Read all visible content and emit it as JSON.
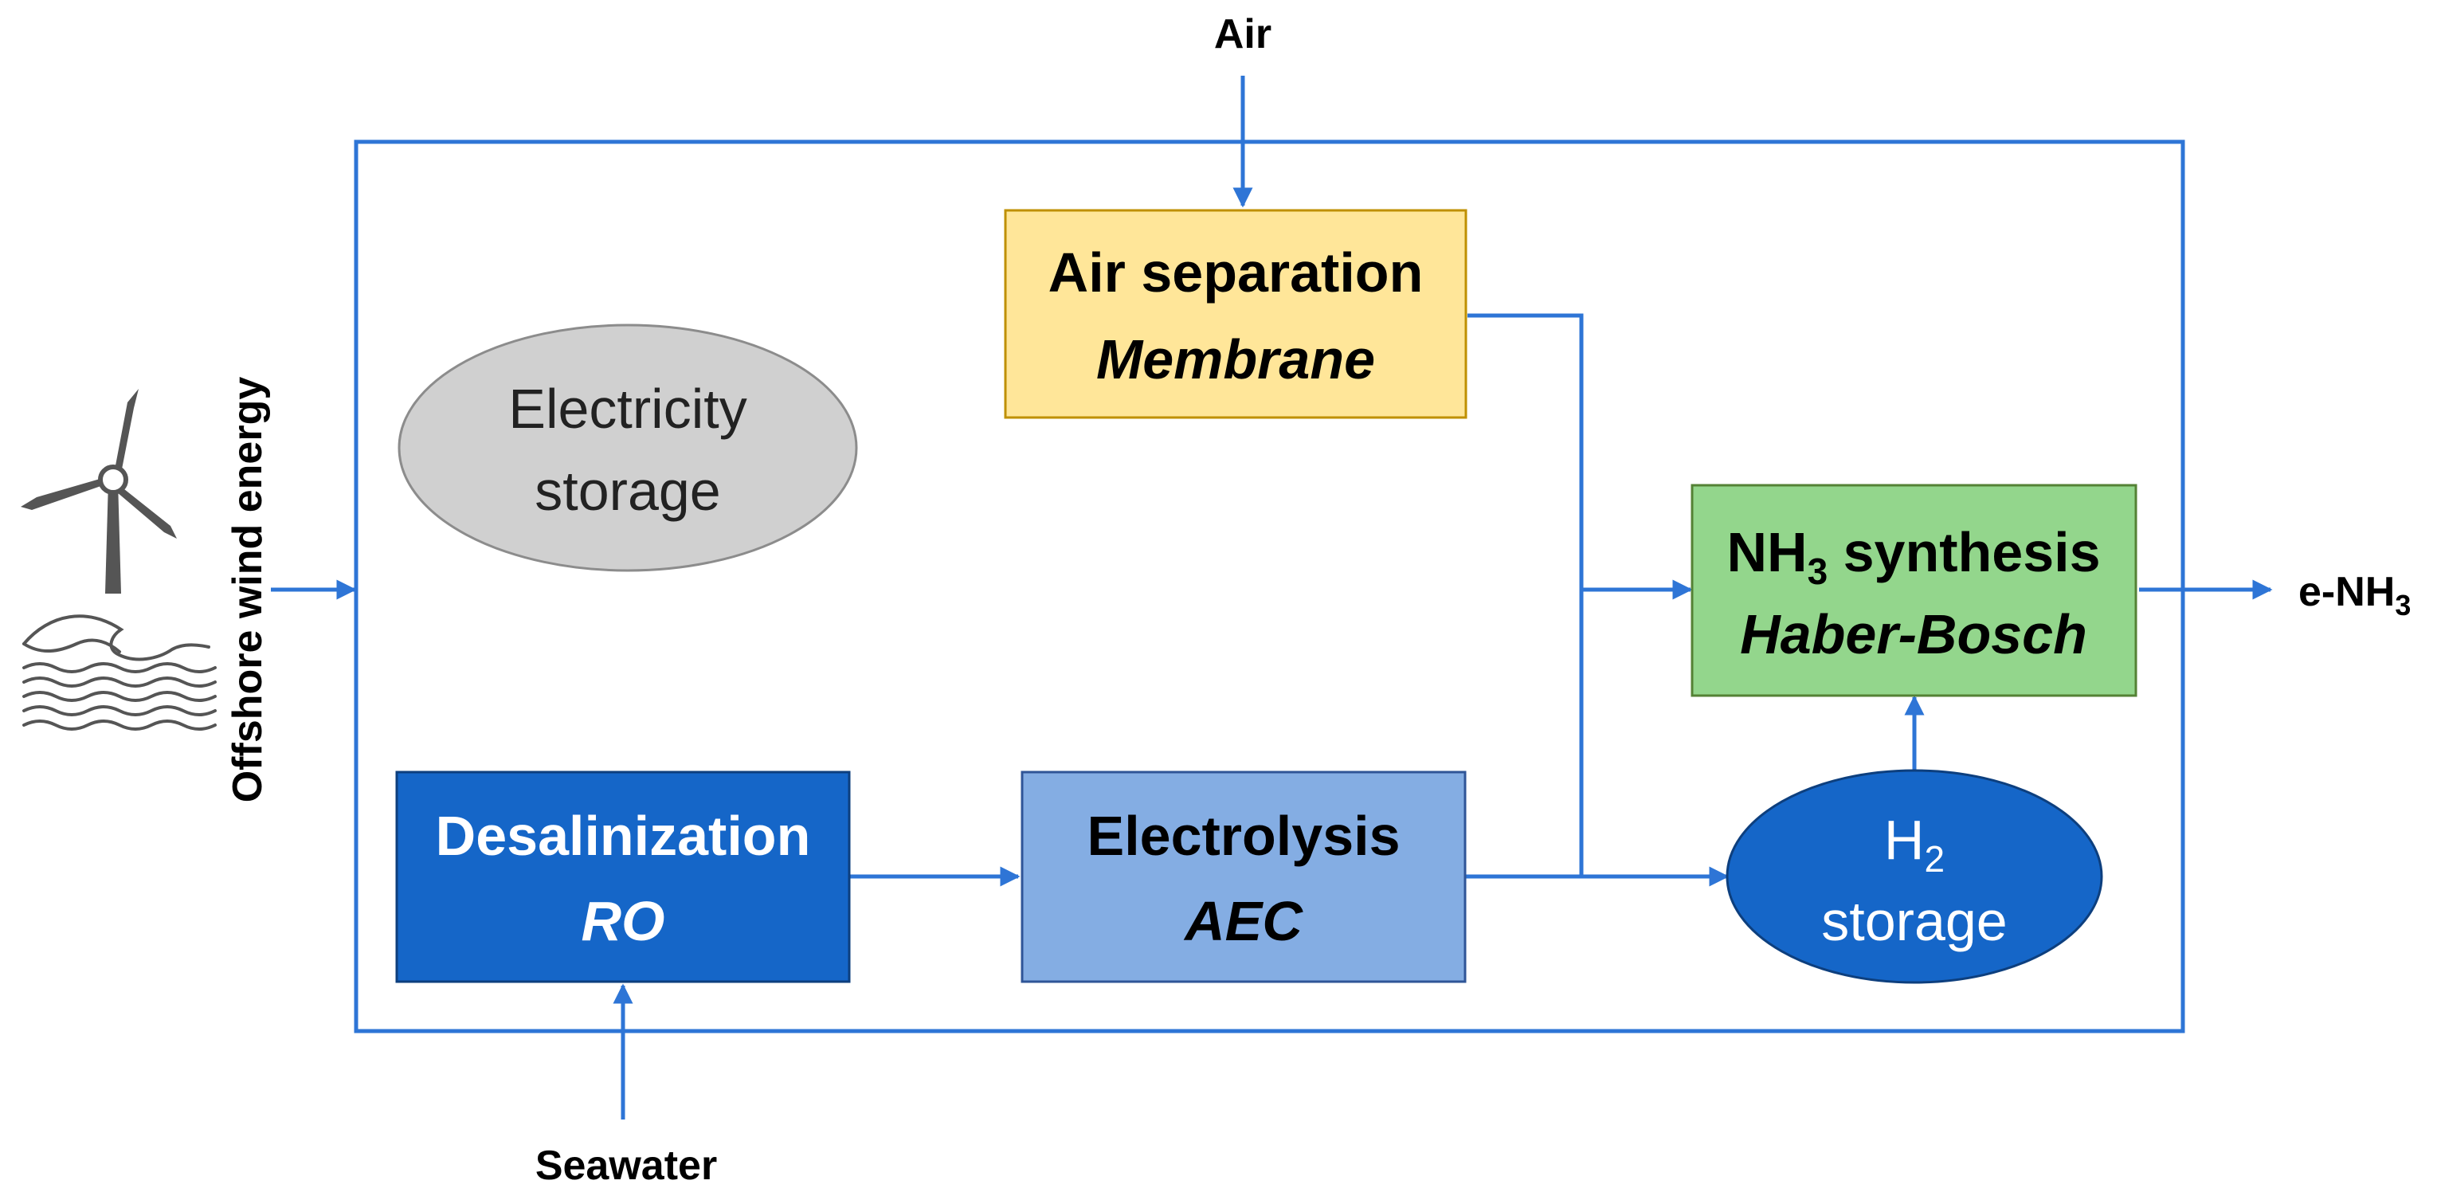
{
  "inputs": {
    "air": "Air",
    "seawater": "Seawater",
    "offshore_wind": "Offshore wind energy"
  },
  "output": {
    "prefix": "e-NH",
    "subscript": "3"
  },
  "nodes": {
    "air_separation": {
      "title": "Air separation",
      "subtitle": "Membrane",
      "fill": "#FFE699",
      "stroke": "#BF9000"
    },
    "electricity_storage": {
      "line1": "Electricity",
      "line2": "storage",
      "fill": "#D0D0D0",
      "stroke": "#8C8C8C"
    },
    "nh3_synthesis": {
      "title_prefix": "NH",
      "title_subscript": "3",
      "title_suffix": " synthesis",
      "subtitle": "Haber-Bosch",
      "fill": "#93D68C",
      "stroke": "#548235"
    },
    "desalinization": {
      "title": "Desalinization",
      "subtitle": "RO",
      "fill": "#1566C8",
      "stroke": "#0D3F7E"
    },
    "electrolysis": {
      "title": "Electrolysis",
      "subtitle": "AEC",
      "fill": "#84ADE3",
      "stroke": "#2F5597"
    },
    "h2_storage": {
      "line1_prefix": "H",
      "line1_subscript": "2",
      "line2": "storage",
      "fill": "#1566C8",
      "stroke": "#0D3F7E"
    }
  },
  "colors": {
    "arrow": "#2E75D6",
    "frame": "#2E75D6",
    "icon": "#555555"
  },
  "icons": [
    "wind-turbine-icon",
    "waves-icon"
  ]
}
